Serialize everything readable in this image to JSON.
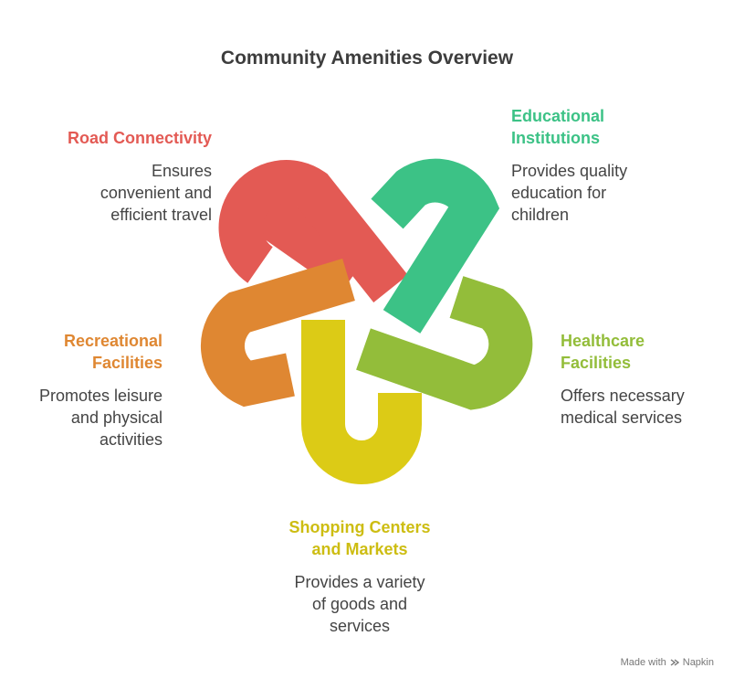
{
  "title": "Community Amenities Overview",
  "items": [
    {
      "label": [
        "Road Connectivity"
      ],
      "desc": [
        "Ensures",
        "convenient and",
        "efficient travel"
      ],
      "color": "#e35a54"
    },
    {
      "label": [
        "Educational",
        "Institutions"
      ],
      "desc": [
        "Provides quality",
        "education for",
        "children"
      ],
      "color": "#3cc286"
    },
    {
      "label": [
        "Recreational",
        "Facilities"
      ],
      "desc": [
        "Promotes leisure",
        "and physical",
        "activities"
      ],
      "color": "#df8732"
    },
    {
      "label": [
        "Healthcare",
        "Facilities"
      ],
      "desc": [
        "Offers necessary",
        "medical services"
      ],
      "color": "#93bd3a"
    },
    {
      "label": [
        "Shopping Centers",
        "and Markets"
      ],
      "desc": [
        "Provides a variety",
        "of goods and",
        "services"
      ],
      "color": "#dccb16"
    }
  ],
  "footer": {
    "made_with": "Made with",
    "brand": "Napkin"
  }
}
